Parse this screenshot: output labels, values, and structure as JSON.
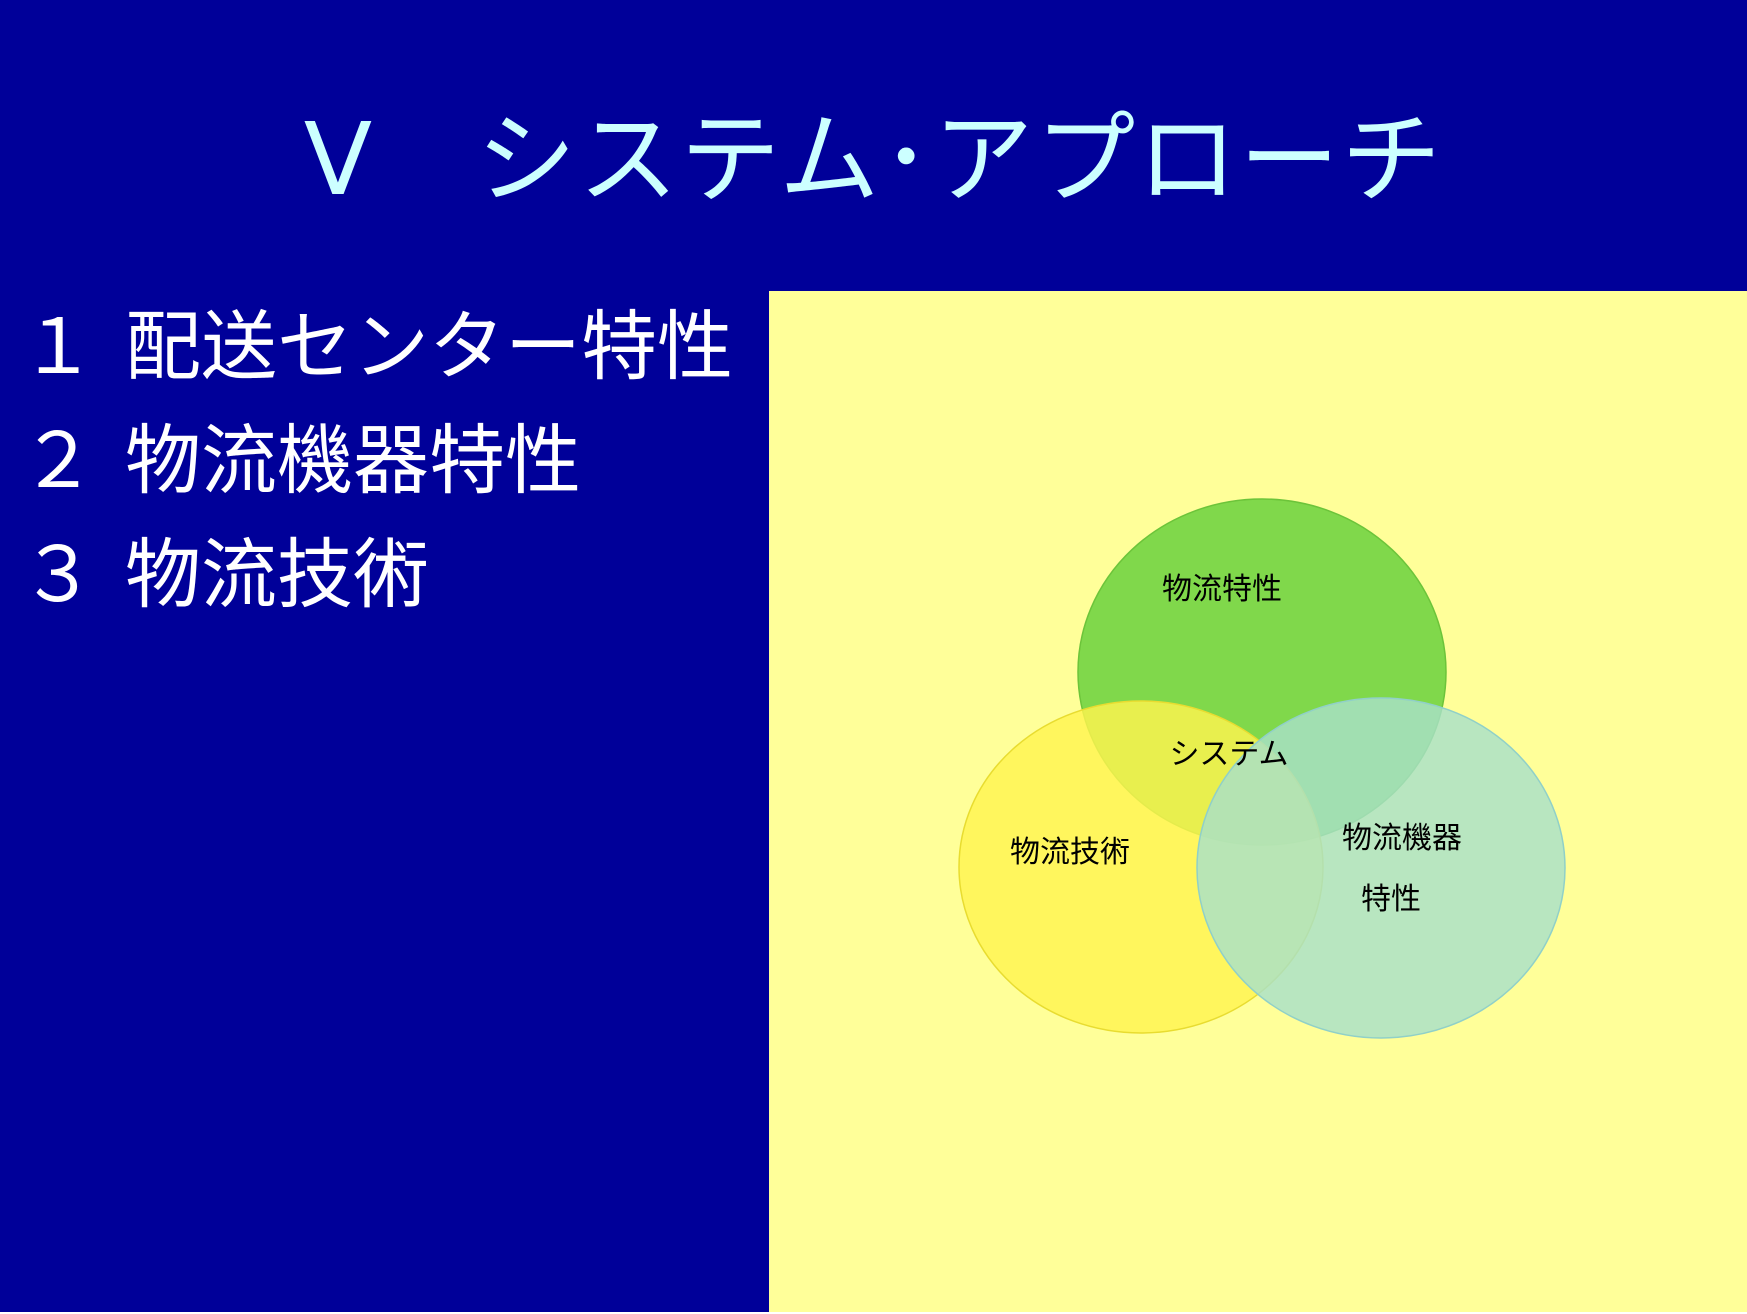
{
  "slide": {
    "title": "Ⅴ　システム･アプローチ",
    "background_color": "#000099",
    "title_color": "#ccffff",
    "panel_color": "#ffff99"
  },
  "items": [
    {
      "number": "１",
      "label": "配送センター特性"
    },
    {
      "number": "２",
      "label": "物流機器特性"
    },
    {
      "number": "３",
      "label": "物流技術"
    }
  ],
  "diagram": {
    "circles": [
      {
        "label": "物流特性",
        "color": "#80d84b"
      },
      {
        "label": "物流技術",
        "color": "#fff44f"
      },
      {
        "label_line1": "物流機器",
        "label_line2": "特性",
        "color": "#a8e0c8"
      }
    ],
    "center_label": "システム"
  }
}
